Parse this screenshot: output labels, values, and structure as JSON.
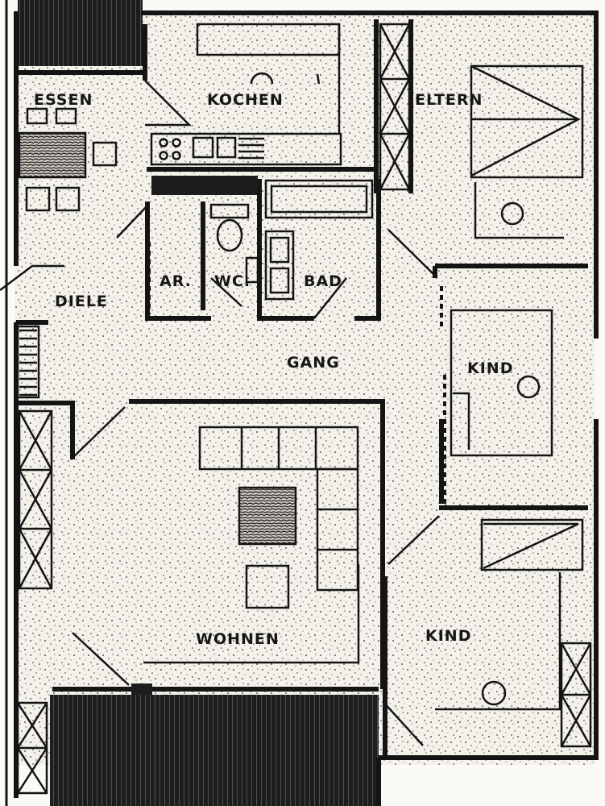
{
  "plan": {
    "rooms": {
      "essen": "ESSEN",
      "kochen": "KOCHEN",
      "eltern": "ELTERN",
      "diele": "DIELE",
      "ar": "AR.",
      "wc": "WC.",
      "bad": "BAD",
      "gang": "GANG",
      "kind_upper": "KIND",
      "wohnen": "WOHNEN",
      "kind_lower": "KIND"
    }
  }
}
